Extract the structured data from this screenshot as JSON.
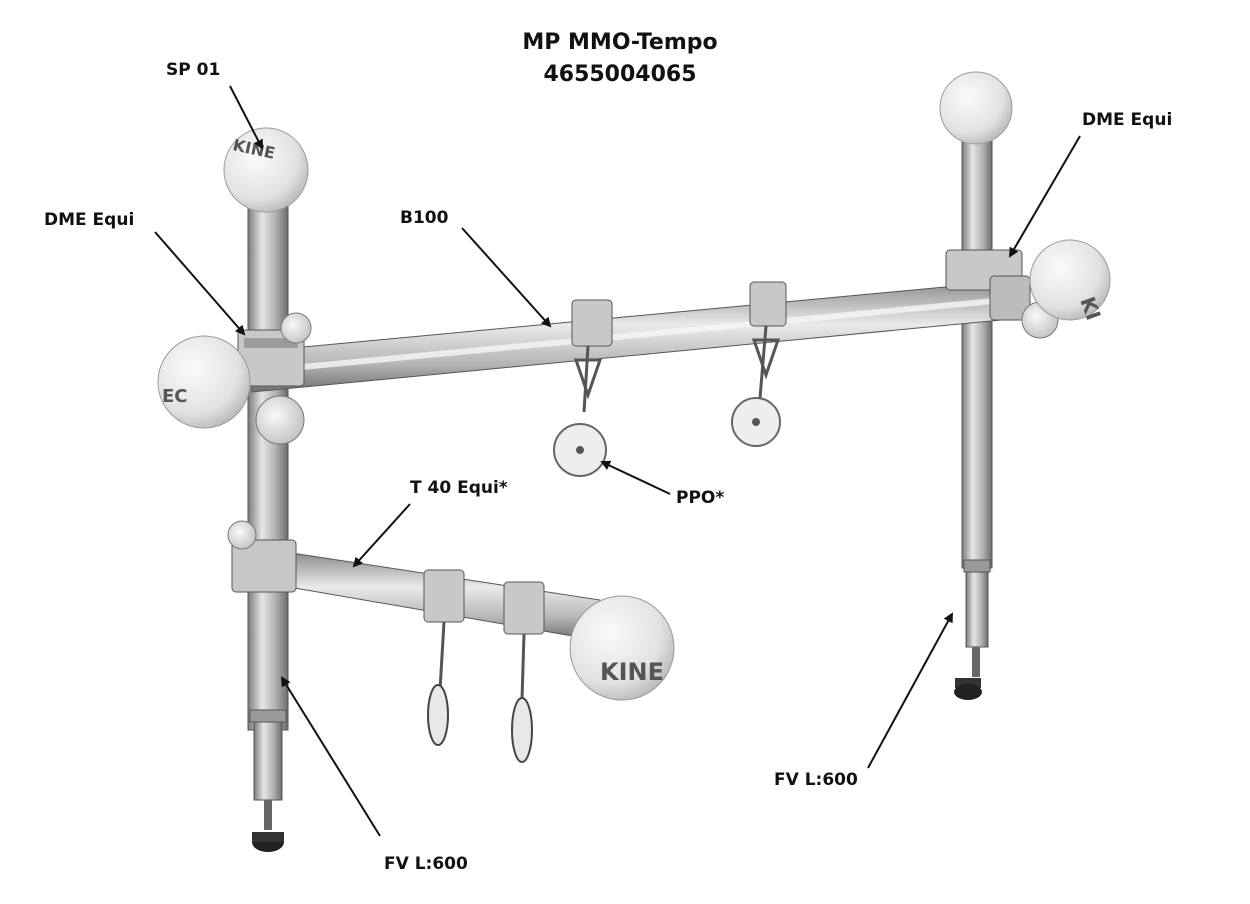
{
  "title": {
    "line1": "MP MMO-Tempo",
    "line2": "4655004065"
  },
  "labels": {
    "sp01": "SP 01",
    "dme_left": "DME Equi",
    "dme_right": "DME Equi",
    "b100": "B100",
    "ppo": "PPO*",
    "t40": "T 40 Equi*",
    "fv_left": "FV L:600",
    "fv_right": "FV L:600"
  },
  "brand": {
    "ball_left_top": "KINE",
    "ball_left_mid": "EC",
    "ball_right_mid": "KI",
    "ball_bottom": "KINE"
  },
  "colors": {
    "ink": "#111111",
    "metal_light": "#d8d8d8",
    "metal_mid": "#a9a9a9",
    "metal_dark": "#6f6f6f",
    "ball": "#ececec",
    "knob": "#222222"
  }
}
